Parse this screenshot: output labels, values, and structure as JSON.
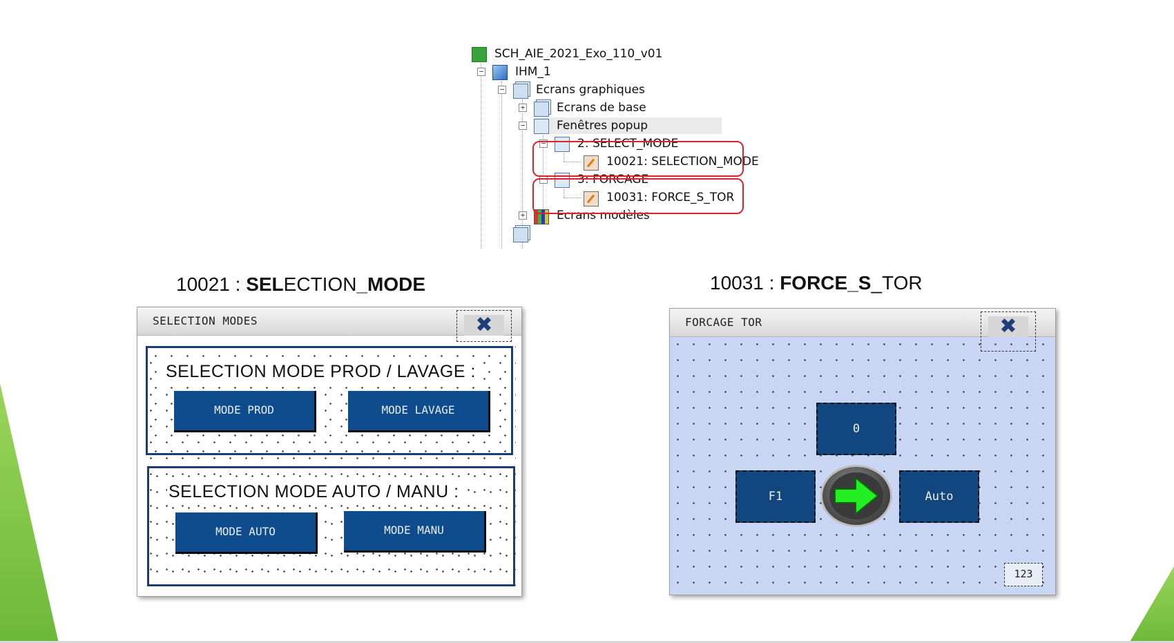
{
  "tree": {
    "items": [
      {
        "label": "SCH_AIE_2021_Exo_110_v01",
        "icon": "project-icon"
      },
      {
        "label": "IHM_1",
        "icon": "hmi-icon"
      },
      {
        "label": "Ecrans graphiques",
        "icon": "graphic-screens-icon"
      },
      {
        "label": "Ecrans de base",
        "icon": "base-screens-icon"
      },
      {
        "label": "Fenêtres popup",
        "icon": "popup-windows-icon"
      },
      {
        "label": "2: SELECT_MODE",
        "icon": "popup-group-icon"
      },
      {
        "label": "10021: SELECTION_MODE",
        "icon": "screen-pencil-icon"
      },
      {
        "label": "3: FORCAGE",
        "icon": "popup-group-icon"
      },
      {
        "label": "10031: FORCE_S_TOR",
        "icon": "screen-pencil-icon"
      },
      {
        "label": "Ecrans modèles",
        "icon": "template-screens-icon"
      }
    ],
    "highlight_color": "#e0202a"
  },
  "captions": {
    "left": {
      "number": "10021 : ",
      "bold1": "SEL",
      "normal1": "ECTION",
      "bold2": "_MODE"
    },
    "right": {
      "number": "10031 : ",
      "bold1": "FORCE_S",
      "normal1": "_TOR"
    }
  },
  "selection_panel": {
    "title": "SELECTION MODES",
    "close_icon": "close-x-icon",
    "group1_title": "SELECTION MODE PROD / LAVAGE :",
    "group1_buttons": [
      "MODE PROD",
      "MODE LAVAGE"
    ],
    "group2_title": "SELECTION MODE AUTO / MANU :",
    "group2_buttons": [
      "MODE AUTO",
      "MODE MANU"
    ],
    "button_color": "#0f4c8e",
    "frame_color": "#1a3c78"
  },
  "forcage_panel": {
    "title": "FORCAGE TOR",
    "close_icon": "close-x-icon",
    "top_button": "0",
    "left_button": "F1",
    "right_button": "Auto",
    "center_icon": "green-arrow-icon",
    "numpad_label": "123",
    "background": "#c9d6f3"
  },
  "colors": {
    "accent_green": "#6cb83a",
    "arrow_green": "#22ee22"
  }
}
